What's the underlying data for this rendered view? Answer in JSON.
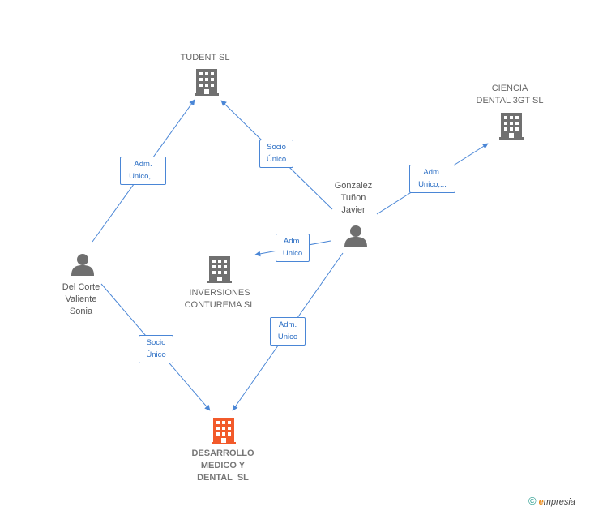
{
  "colors": {
    "edge": "#4a86d6",
    "company_icon": "#707070",
    "person_icon": "#6f6f6f",
    "main_company_icon": "#f25a2b"
  },
  "nodes": {
    "tudent": {
      "lines": [
        "TUDENT SL"
      ],
      "icon": "building-icon"
    },
    "ciencia": {
      "lines": [
        "CIENCIA",
        "DENTAL 3GT SL"
      ],
      "icon": "building-icon"
    },
    "inversiones": {
      "lines": [
        "INVERSIONES",
        "CONTUREMA SL"
      ],
      "icon": "building-icon"
    },
    "desarrollo": {
      "lines": [
        "DESARROLLO",
        "MEDICO Y",
        "DENTAL  SL"
      ],
      "icon": "building-icon"
    },
    "gonzalez": {
      "lines": [
        "Gonzalez",
        "Tuñon",
        "Javier"
      ],
      "icon": "person-icon"
    },
    "delcorte": {
      "lines": [
        "Del Corte",
        "Valiente",
        "Sonia"
      ],
      "icon": "person-icon"
    }
  },
  "relations": [
    {
      "id": "delcorte-tudent",
      "lines": [
        "Adm.",
        "Unico,..."
      ]
    },
    {
      "id": "gonzalez-tudent",
      "lines": [
        "Socio",
        "Único"
      ]
    },
    {
      "id": "gonzalez-ciencia",
      "lines": [
        "Adm.",
        "Unico,..."
      ]
    },
    {
      "id": "gonzalez-inversiones",
      "lines": [
        "Adm.",
        "Unico"
      ]
    },
    {
      "id": "gonzalez-desarrollo",
      "lines": [
        "Adm.",
        "Unico"
      ]
    },
    {
      "id": "delcorte-desarrollo",
      "lines": [
        "Socio",
        "Único"
      ]
    }
  ],
  "footer": {
    "copyright": "©",
    "brand_initial": "e",
    "brand_rest": "mpresia"
  }
}
